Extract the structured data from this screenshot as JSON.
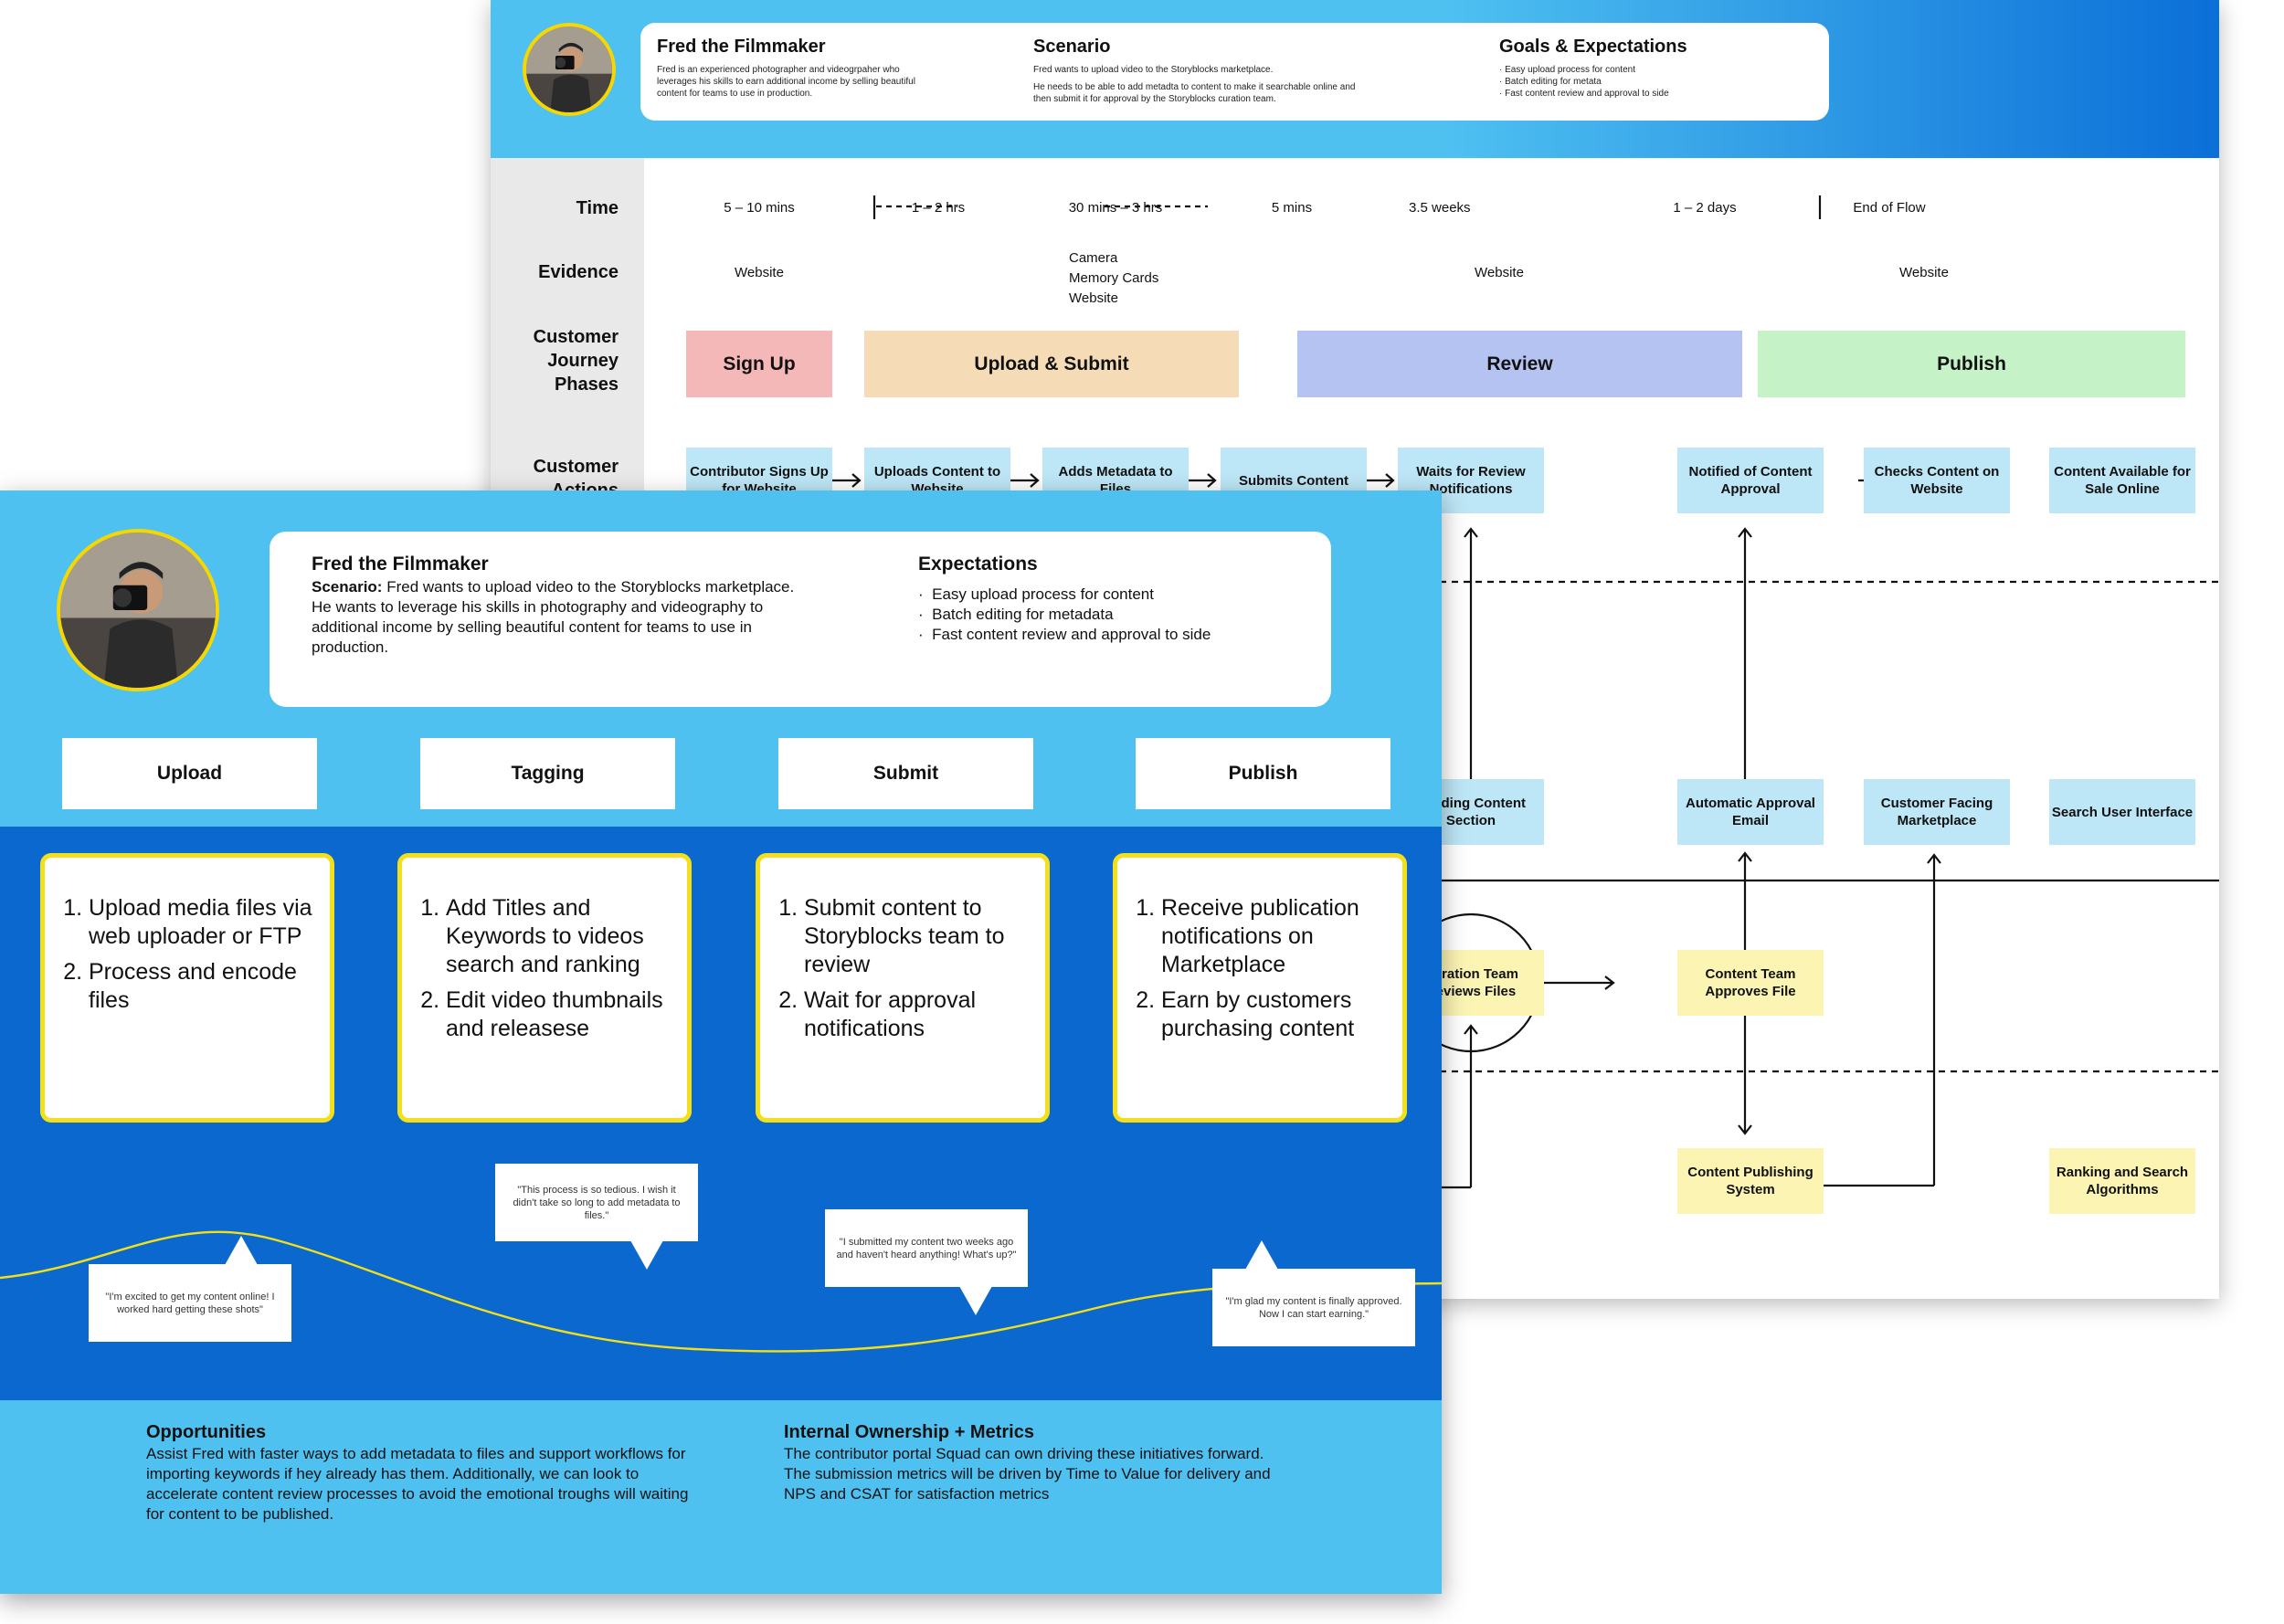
{
  "back": {
    "persona": {
      "name": "Fred the Filmmaker",
      "bio": "Fred is an experienced photographer and videogrpaher who leverages  his skills to earn additional income by selling beautiful content for teams to use in production."
    },
    "scenario": {
      "title": "Scenario",
      "line1": "Fred wants to upload video to the Storyblocks marketplace.",
      "line2": "He needs to be able to add metadta to content to make it searchable online and then submit it for approval by the Storyblocks curation team."
    },
    "goals": {
      "title": "Goals & Expectations",
      "items": [
        "Easy upload process for content",
        "Batch editing for metata",
        "Fast content review and approval to side"
      ]
    },
    "row_labels": {
      "time": "Time",
      "evidence": "Evidence",
      "phases": "Customer Journey Phases",
      "actions": "Customer Actions"
    },
    "times": [
      "5 – 10 mins",
      "1 – 2 hrs",
      "30 mins – 3 hrs",
      "5 mins",
      "3.5 weeks",
      "1 – 2 days",
      "End of Flow"
    ],
    "evidence": [
      "Website",
      "Camera\nMemory Cards\nWebsite",
      "Website",
      "Website"
    ],
    "phases": [
      {
        "label": "Sign Up",
        "color": "#f4b8b8"
      },
      {
        "label": "Upload & Submit",
        "color": "#f5dcb6"
      },
      {
        "label": "Review",
        "color": "#b5c3f2"
      },
      {
        "label": "Publish",
        "color": "#c5f3c7"
      }
    ],
    "actions": [
      "Contributor Signs Up for Website",
      "Uploads Content to Website",
      "Adds Metadata to Files",
      "Submits Content",
      "Waits for Review Notifications",
      "Notified of Content Approval",
      "Checks Content on Website",
      "Content Available for Sale Online"
    ],
    "frontstage": [
      "Pending Content Section",
      "Automatic Approval Email",
      "Customer Facing Marketplace",
      "Search User Interface"
    ],
    "backstage": [
      "Curation Team Reviews Files",
      "Content Team Approves File"
    ],
    "support": [
      "Content Publishing System",
      "Ranking and Search Algorithms"
    ]
  },
  "front": {
    "persona": {
      "name": "Fred the Filmmaker",
      "scenario_label": "Scenario:",
      "scenario": "Fred wants to upload video to the Storyblocks marketplace. He wants to leverage his skills in photography and videography to additional income by selling beautiful content for teams to use in production."
    },
    "expectations": {
      "title": "Expectations",
      "items": [
        "Easy upload process for content",
        "Batch editing for metadata",
        "Fast content review and approval to side"
      ]
    },
    "stages": [
      {
        "title": "Upload",
        "tasks": [
          "Upload media files via web uploader or FTP",
          "Process and encode files"
        ]
      },
      {
        "title": "Tagging",
        "tasks": [
          "Add Titles and Keywords to videos search and ranking",
          "Edit video thumbnails and releasese"
        ]
      },
      {
        "title": "Submit",
        "tasks": [
          "Submit content to Storyblocks team to review",
          "Wait for approval notifications"
        ]
      },
      {
        "title": "Publish",
        "tasks": [
          "Receive publication notifications on Marketplace",
          "Earn by customers purchasing content"
        ]
      }
    ],
    "quotes": [
      "\"I'm excited to get my content online! I worked hard getting these shots\"",
      "\"This process is so tedious. I wish it didn't take so long to add metadata to files.\"",
      "\"I submitted my content two weeks ago and haven't heard anything! What's up?\"",
      "\"I'm glad my content is finally approved. Now I can start earning.\""
    ],
    "opportunities": {
      "title": "Opportunities",
      "text": "Assist Fred with faster ways to add metadata to files and support workflows for importing keywords if hey already has them. Additionally, we can look to accelerate content review processes to avoid the emotional troughs will waiting for content to be published."
    },
    "ownership": {
      "title": "Internal Ownership + Metrics",
      "text": "The contributor portal Squad can own driving these initiatives forward. The submission metrics will be driven by Time to Value for delivery and NPS and CSAT for satisfaction metrics"
    }
  }
}
